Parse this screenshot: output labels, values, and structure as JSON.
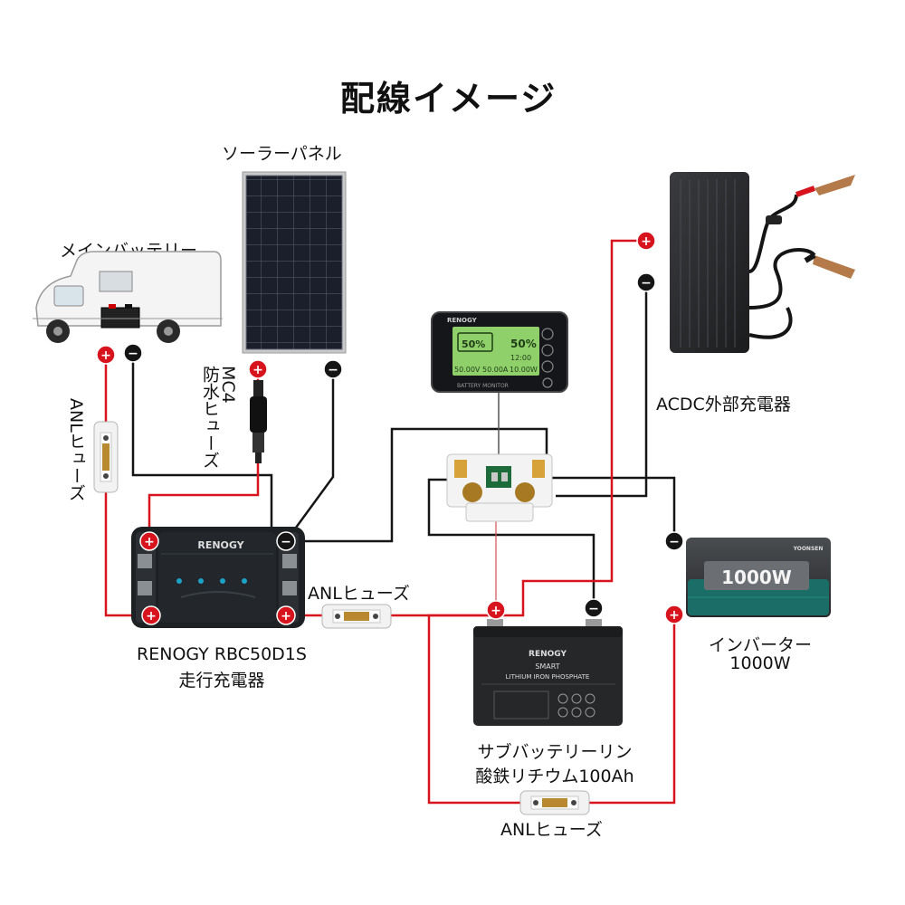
{
  "title": "配線イメージ",
  "labels": {
    "solar_panel": "ソーラーパネル",
    "main_battery": "メインバッテリー",
    "mc4_top": "MC4",
    "mc4_fuse": "防水ヒューズ",
    "anl_left": "ANLヒューズ",
    "anl_mid": "ANLヒューズ",
    "anl_bottom": "ANLヒューズ",
    "acdc": "ACDC外部充電器",
    "rbc_line1": "RENOGY RBC50D1S",
    "rbc_line2": "走行充電器",
    "inverter_line1": "インバーター",
    "inverter_line2": "1000W",
    "sub_line1": "サブバッテリーリン",
    "sub_line2": "酸鉄リチウム100Ah"
  },
  "devices": {
    "monitor": {
      "brand": "RENOGY",
      "battery_percent_icon": "50%",
      "percent": "50%",
      "time": "12:00",
      "voltage": "50.00V",
      "current": "50.00A",
      "power": "10.00W",
      "caption": "BATTERY MONITOR"
    },
    "dcdc_brand": "RENOGY",
    "battery_brand": "RENOGY",
    "battery_line1": "SMART",
    "battery_line2": "LITHIUM IRON PHOSPHATE",
    "inverter_brand": "YOONSEN",
    "inverter_display": "1000W"
  },
  "terminals": {
    "plus": "+",
    "minus": "−"
  },
  "colors": {
    "positive_wire": "#d7141e",
    "negative_wire": "#151515",
    "monitor_screen": "#8fd06a"
  }
}
